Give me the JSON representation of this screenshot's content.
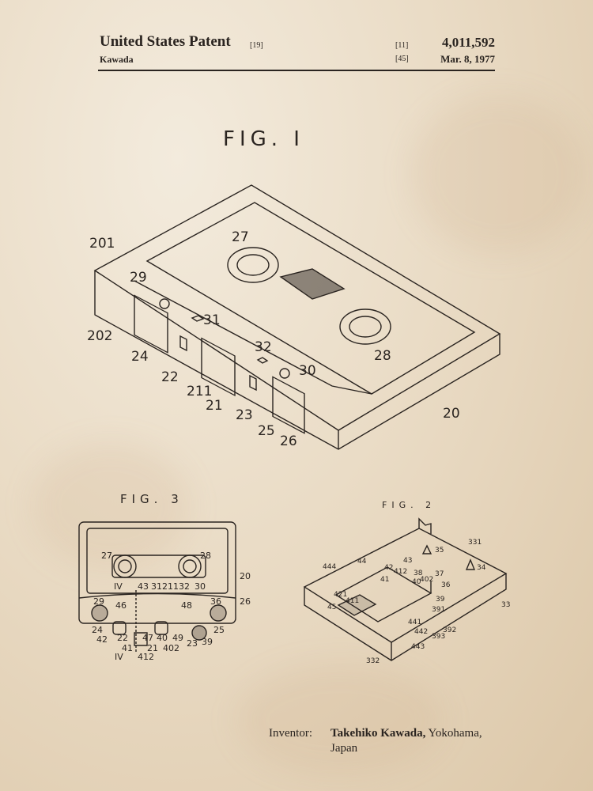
{
  "header": {
    "title": "United States Patent",
    "title_code": "[19]",
    "inventor_surname": "Kawada",
    "number_code": "[11]",
    "patent_number": "4,011,592",
    "date_code": "[45]",
    "date": "Mar. 8, 1977"
  },
  "figures": {
    "fig1": {
      "title": "FIG. I",
      "labels": [
        "201",
        "202",
        "29",
        "31",
        "24",
        "22",
        "211",
        "21",
        "32",
        "23",
        "30",
        "25",
        "26",
        "20",
        "27",
        "28"
      ]
    },
    "fig3": {
      "title": "FIG. 3",
      "labels": [
        "27",
        "28",
        "20",
        "IV",
        "43",
        "31",
        "211",
        "32",
        "30",
        "29",
        "46",
        "48",
        "36",
        "26",
        "24",
        "42",
        "22",
        "41",
        "47",
        "21",
        "40",
        "402",
        "49",
        "23",
        "39",
        "25",
        "IV",
        "412"
      ]
    },
    "fig2": {
      "title": "FIG. 2",
      "labels": [
        "331",
        "35",
        "34",
        "444",
        "44",
        "43",
        "42",
        "38",
        "412",
        "41",
        "40",
        "402",
        "37",
        "36",
        "421",
        "39",
        "411",
        "45",
        "391",
        "33",
        "441",
        "392",
        "442",
        "393",
        "443",
        "332"
      ]
    }
  },
  "inventor": {
    "label": "Inventor:",
    "name": "Takehiko Kawada,",
    "city": "Yokohama,",
    "country": "Japan"
  }
}
